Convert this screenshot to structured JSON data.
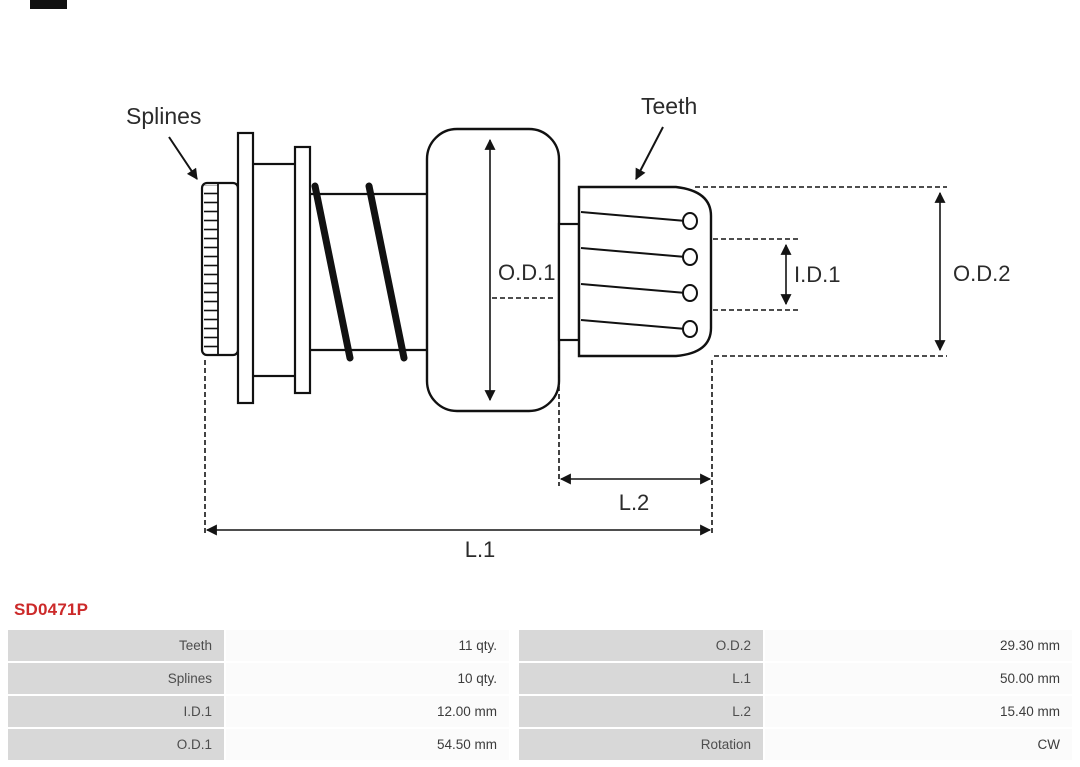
{
  "header": {
    "logo_bar_color": "#111111"
  },
  "diagram": {
    "labels": {
      "splines": "Splines",
      "teeth": "Teeth",
      "od1": "O.D.1",
      "id1": "I.D.1",
      "od2": "O.D.2",
      "l2": "L.2",
      "l1": "L.1"
    }
  },
  "part": {
    "number": "SD0471P",
    "accent_color": "#cc2a2a"
  },
  "specs": {
    "rows": [
      {
        "label1": "Teeth",
        "value1": "11 qty.",
        "label2": "O.D.2",
        "value2": "29.30 mm"
      },
      {
        "label1": "Splines",
        "value1": "10 qty.",
        "label2": "L.1",
        "value2": "50.00 mm"
      },
      {
        "label1": "I.D.1",
        "value1": "12.00 mm",
        "label2": "L.2",
        "value2": "15.40 mm"
      },
      {
        "label1": "O.D.1",
        "value1": "54.50 mm",
        "label2": "Rotation",
        "value2": "CW"
      }
    ]
  }
}
